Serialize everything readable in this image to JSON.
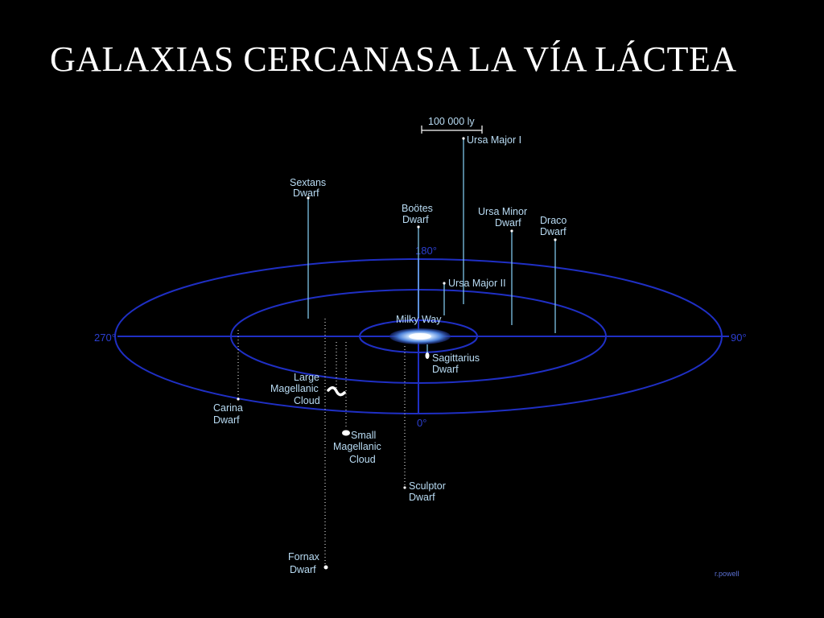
{
  "title": "GALAXIAS CERCANASA LA VÍA LÁCTEA",
  "scale_label": "100 000 ly",
  "angles": {
    "left": "270°",
    "right": "90°",
    "top": "180°",
    "bottom": "0°"
  },
  "galaxies": {
    "ursa_major_1": "Ursa Major I",
    "sextans": [
      "Sextans",
      "Dwarf"
    ],
    "bootes": [
      "Boötes",
      "Dwarf"
    ],
    "ursa_minor": [
      "Ursa Minor",
      "Dwarf"
    ],
    "draco": [
      "Draco",
      "Dwarf"
    ],
    "ursa_major_2": "Ursa Major II",
    "milky_way": "Milky Way",
    "sagittarius": [
      "Sagittarius",
      "Dwarf"
    ],
    "lmc": [
      "Large",
      "Magellanic",
      "Cloud"
    ],
    "carina": [
      "Carina",
      "Dwarf"
    ],
    "smc": [
      "Small",
      "Magellanic",
      "Cloud"
    ],
    "sculptor": [
      "Sculptor",
      "Dwarf"
    ],
    "fornax": [
      "Fornax",
      "Dwarf"
    ]
  },
  "credit": "r.powell"
}
